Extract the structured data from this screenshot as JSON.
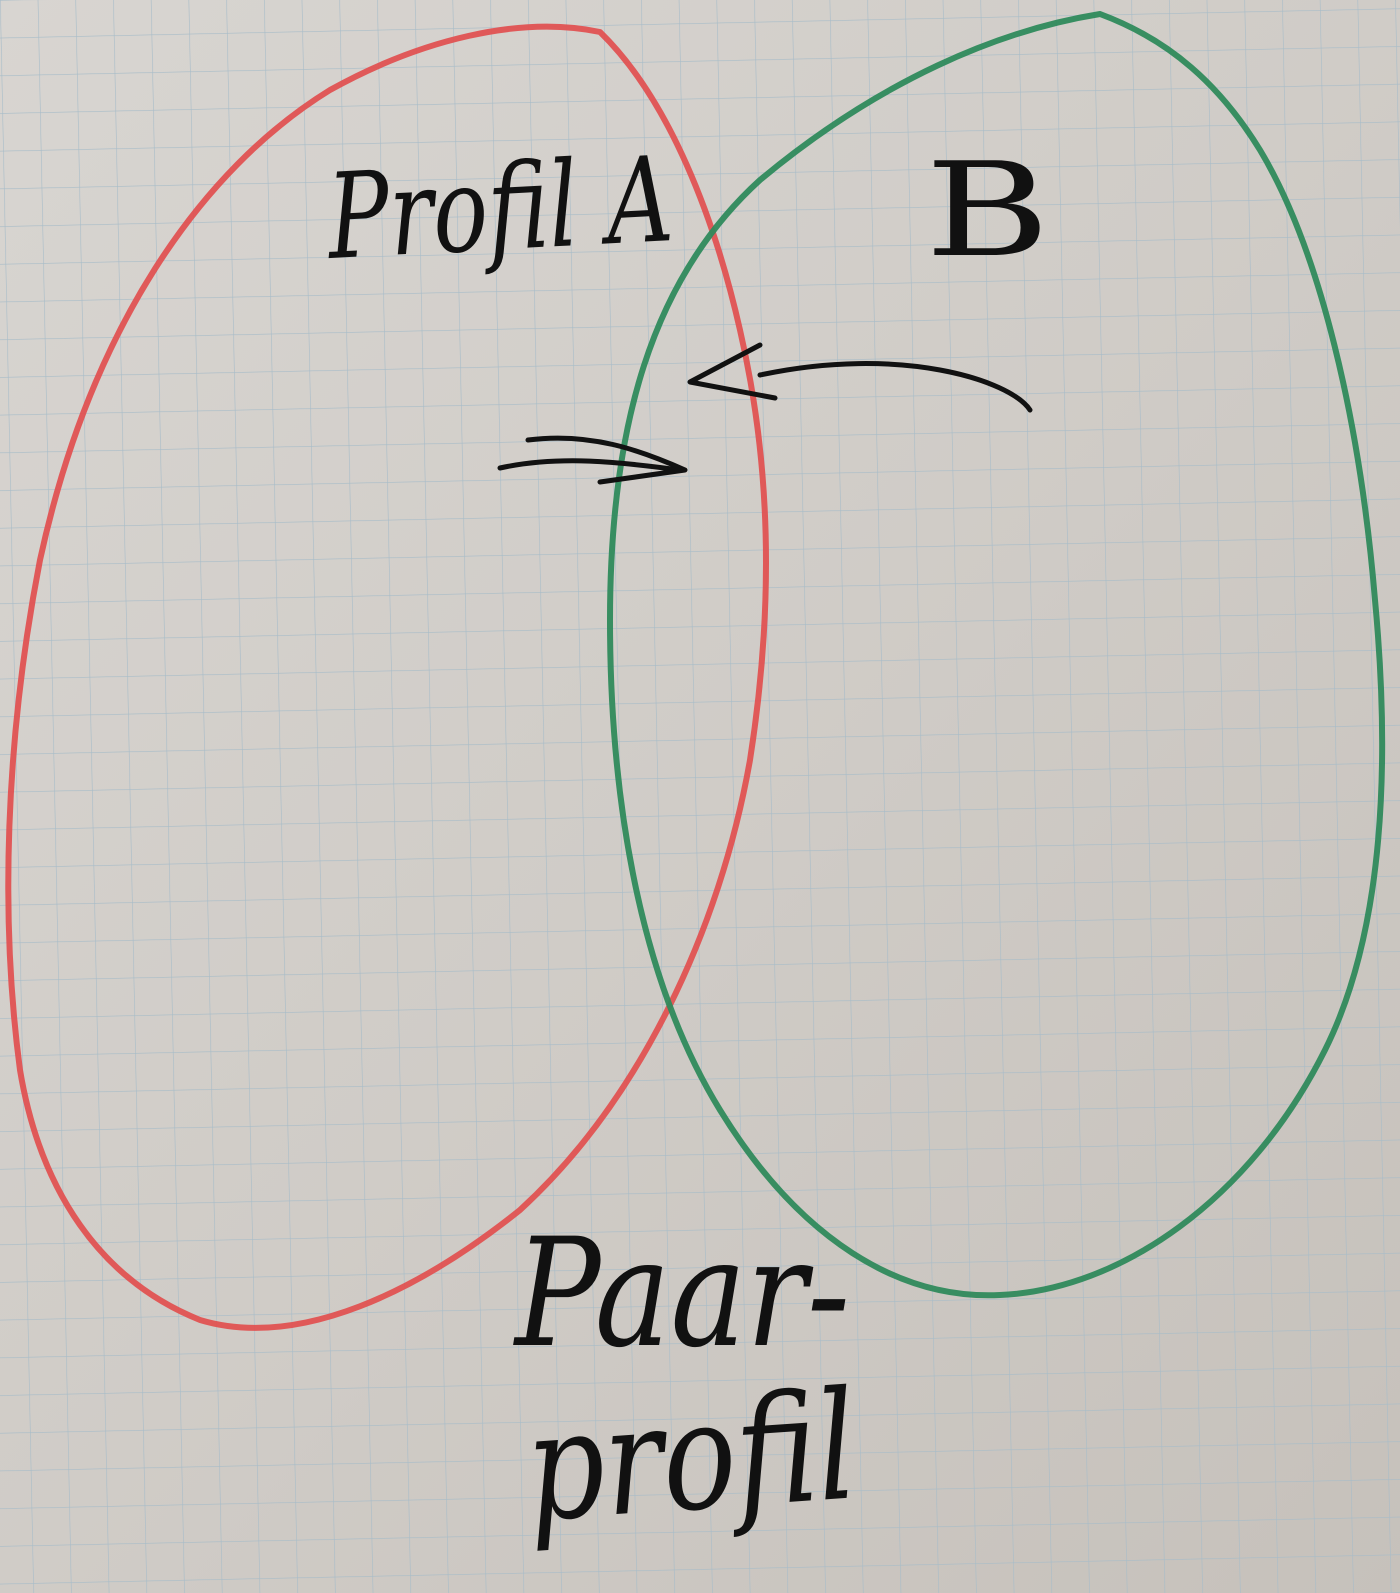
{
  "labels": {
    "circle_a": "Profil A",
    "circle_b": "B",
    "overlap_line1": "Paar-",
    "overlap_line2": "profil"
  },
  "colors": {
    "paper": "#d2cfca",
    "grid": "#a7bcc8",
    "circle_a": "#e05252",
    "circle_b": "#2f8a5c",
    "ink": "#111111"
  }
}
